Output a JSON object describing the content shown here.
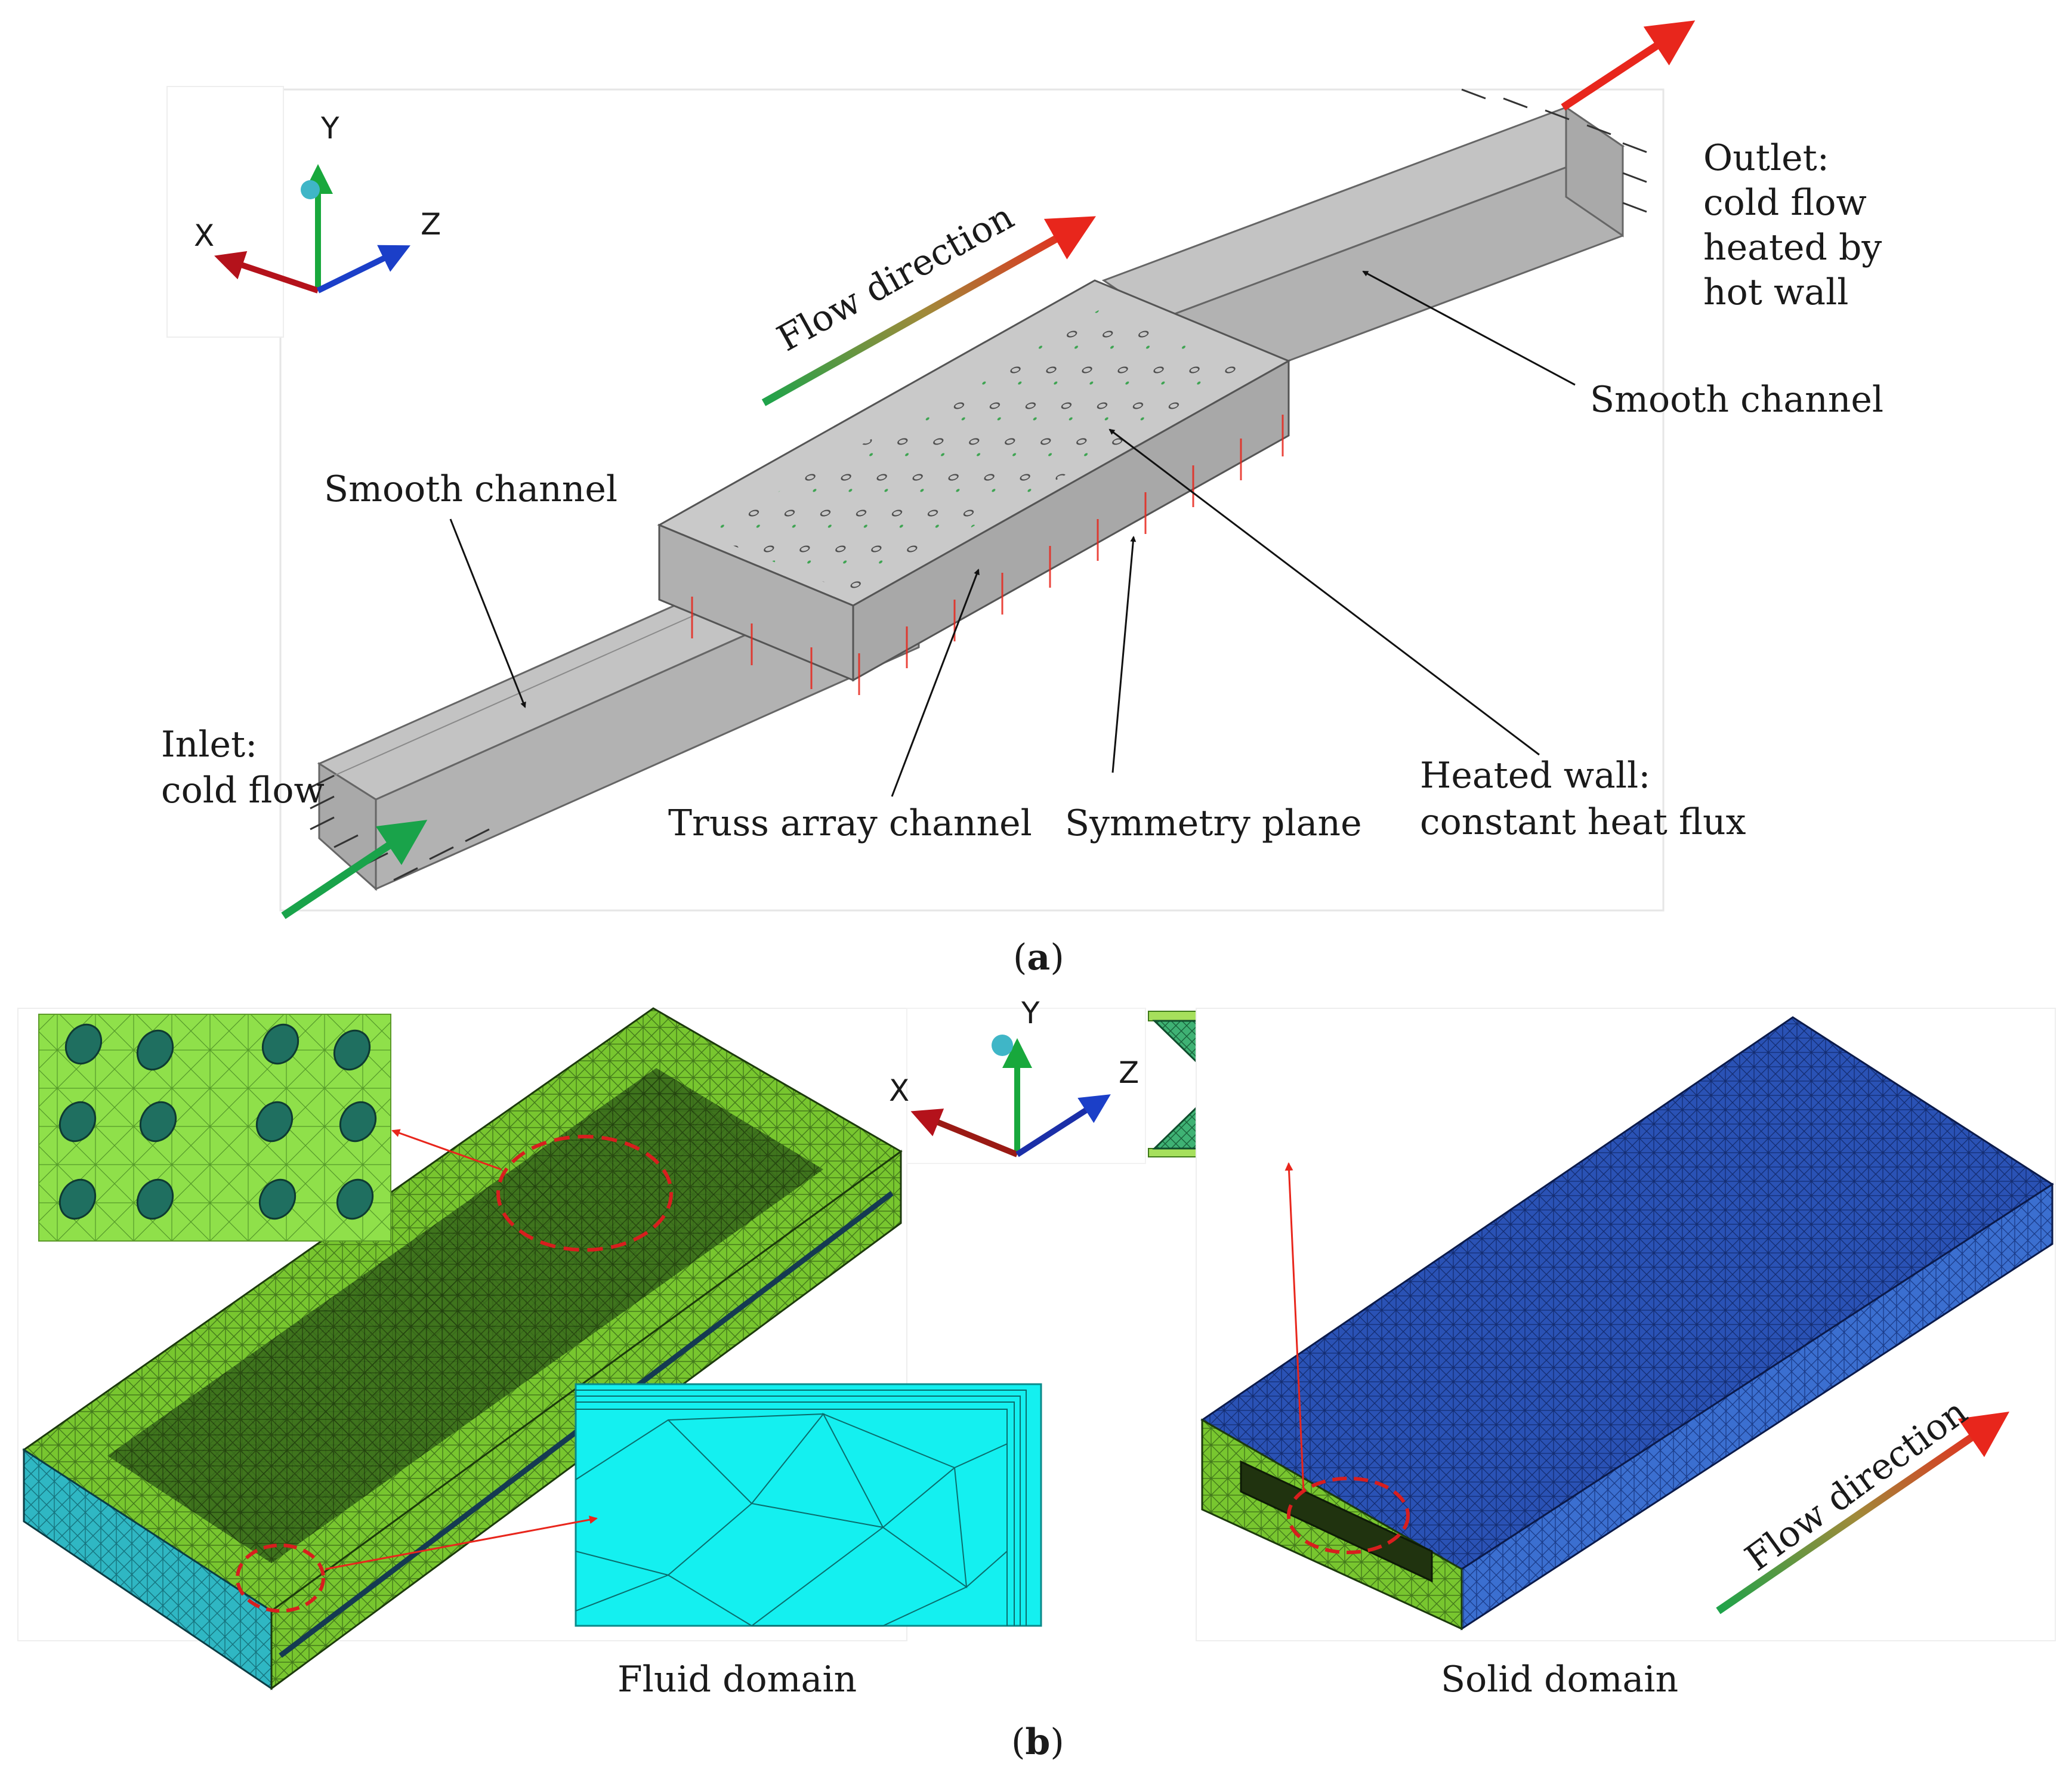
{
  "panel_a": {
    "caption_open": "(",
    "caption_letter": "a",
    "caption_close": ")",
    "axes": {
      "x": "X",
      "y": "Y",
      "z": "Z"
    },
    "labels": {
      "flow_direction": "Flow direction",
      "outlet_line1": "Outlet:",
      "outlet_line2": "cold flow",
      "outlet_line3": "heated by",
      "outlet_line4": "hot wall",
      "smooth_channel_right": "Smooth channel",
      "smooth_channel_left": "Smooth channel",
      "inlet_line1": "Inlet:",
      "inlet_line2": "cold flow",
      "truss_array_channel": "Truss array channel",
      "symmetry_plane": "Symmetry plane",
      "heated_wall_line1": "Heated wall:",
      "heated_wall_line2": "constant heat flux"
    }
  },
  "panel_b": {
    "caption_open": "(",
    "caption_letter": "b",
    "caption_close": ")",
    "axes": {
      "x": "X",
      "y": "Y",
      "z": "Z"
    },
    "fluid_domain": "Fluid domain",
    "solid_domain": "Solid domain",
    "flow_direction": "Flow direction"
  },
  "colors": {
    "channel_gray": "#b8b8b8",
    "mesh_green": "#7fcf3a",
    "mesh_cyan": "#2ab8c4",
    "mesh_blue": "#2248a8",
    "arrow_red": "#e8261c",
    "arrow_green": "#19a34a",
    "highlight_red": "#d81e1e"
  }
}
